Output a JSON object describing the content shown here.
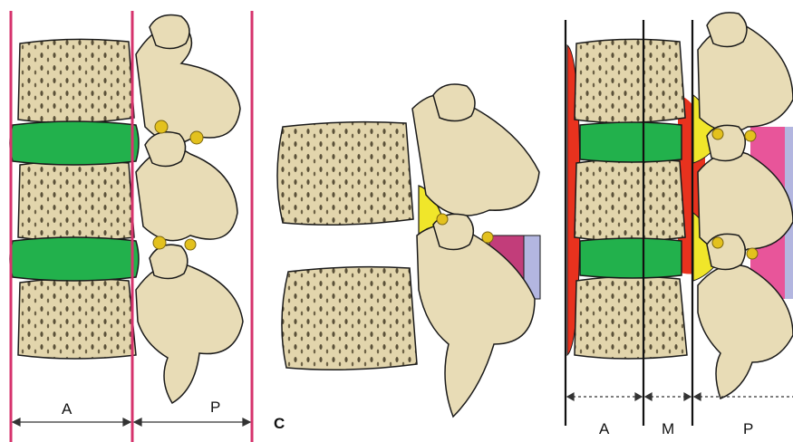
{
  "panel_left": {
    "label_anterior": "A",
    "label_posterior": "P"
  },
  "panel_middle": {
    "label": "C"
  },
  "panel_right": {
    "label_anterior": "A",
    "label_middle": "M",
    "label_posterior": "P"
  },
  "colors": {
    "bone": "#e8dcb6",
    "bone_shadow": "#8a7d5c",
    "bone_outline": "#1a1a1a",
    "disc": "#22b14c",
    "facet": "#e3c11e",
    "boundary_line_left": "#d6336c",
    "boundary_line_right": "#111111",
    "anterior_ligament": "#e8321e",
    "yellow_zone": "#f0e62a",
    "magenta_zone": "#c23d7a",
    "pink_zone": "#e8559a",
    "lavender_zone": "#b3b6e0"
  }
}
